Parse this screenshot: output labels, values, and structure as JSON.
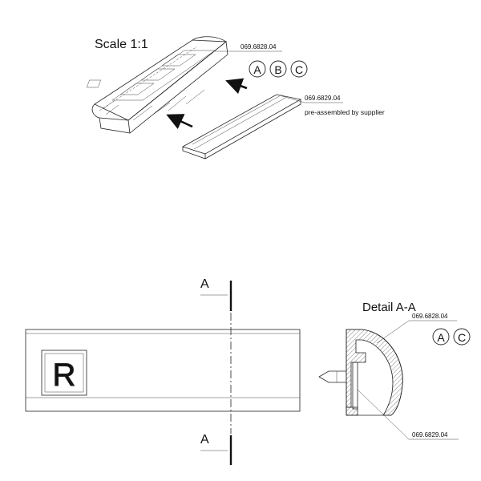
{
  "top_view": {
    "scale_label": "Scale 1:1",
    "part_top": "069.6828.04",
    "variants_top": [
      "A",
      "B",
      "C"
    ],
    "part_strip": "069.6829.04",
    "note": "pre-assembled by supplier"
  },
  "section_view": {
    "cut_label_top": "A",
    "cut_label_bottom": "A",
    "logo_letter": "R"
  },
  "detail": {
    "title": "Detail A-A",
    "part_upper": "069.6828.04",
    "variants": [
      "A",
      "C"
    ],
    "part_lower": "069.6829.04"
  }
}
